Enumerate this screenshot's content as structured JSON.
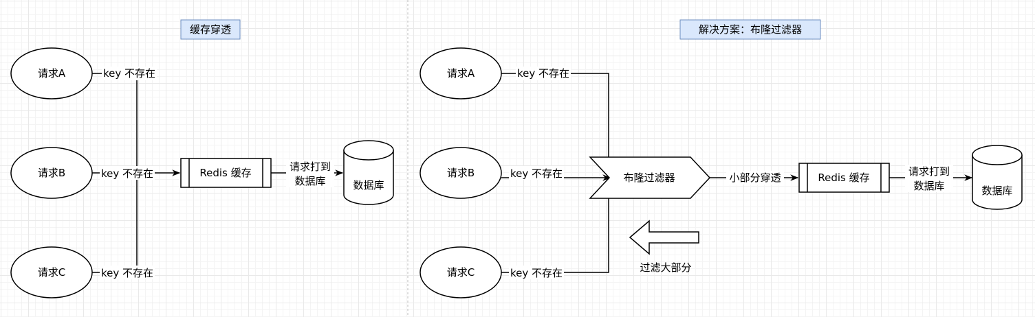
{
  "left": {
    "title": "缓存穿透",
    "requests": [
      "请求A",
      "请求B",
      "请求C"
    ],
    "edge_labels": [
      "key 不存在",
      "key 不存在",
      "key 不存在"
    ],
    "cache": "Redis 缓存",
    "cache_to_db": [
      "请求打到",
      "数据库"
    ],
    "db": "数据库"
  },
  "right": {
    "title": "解决方案：布隆过滤器",
    "requests": [
      "请求A",
      "请求B",
      "请求C"
    ],
    "edge_labels": [
      "key 不存在",
      "key 不存在",
      "key 不存在"
    ],
    "filter": "布隆过滤器",
    "filter_to_cache": "小部分穿透",
    "cache": "Redis 缓存",
    "cache_to_db": [
      "请求打到",
      "数据库"
    ],
    "db": "数据库",
    "block_note": "过滤大部分"
  },
  "colors": {
    "title_fill": "#dae8fc",
    "title_stroke": "#6c8ebf",
    "stroke": "#000000"
  }
}
